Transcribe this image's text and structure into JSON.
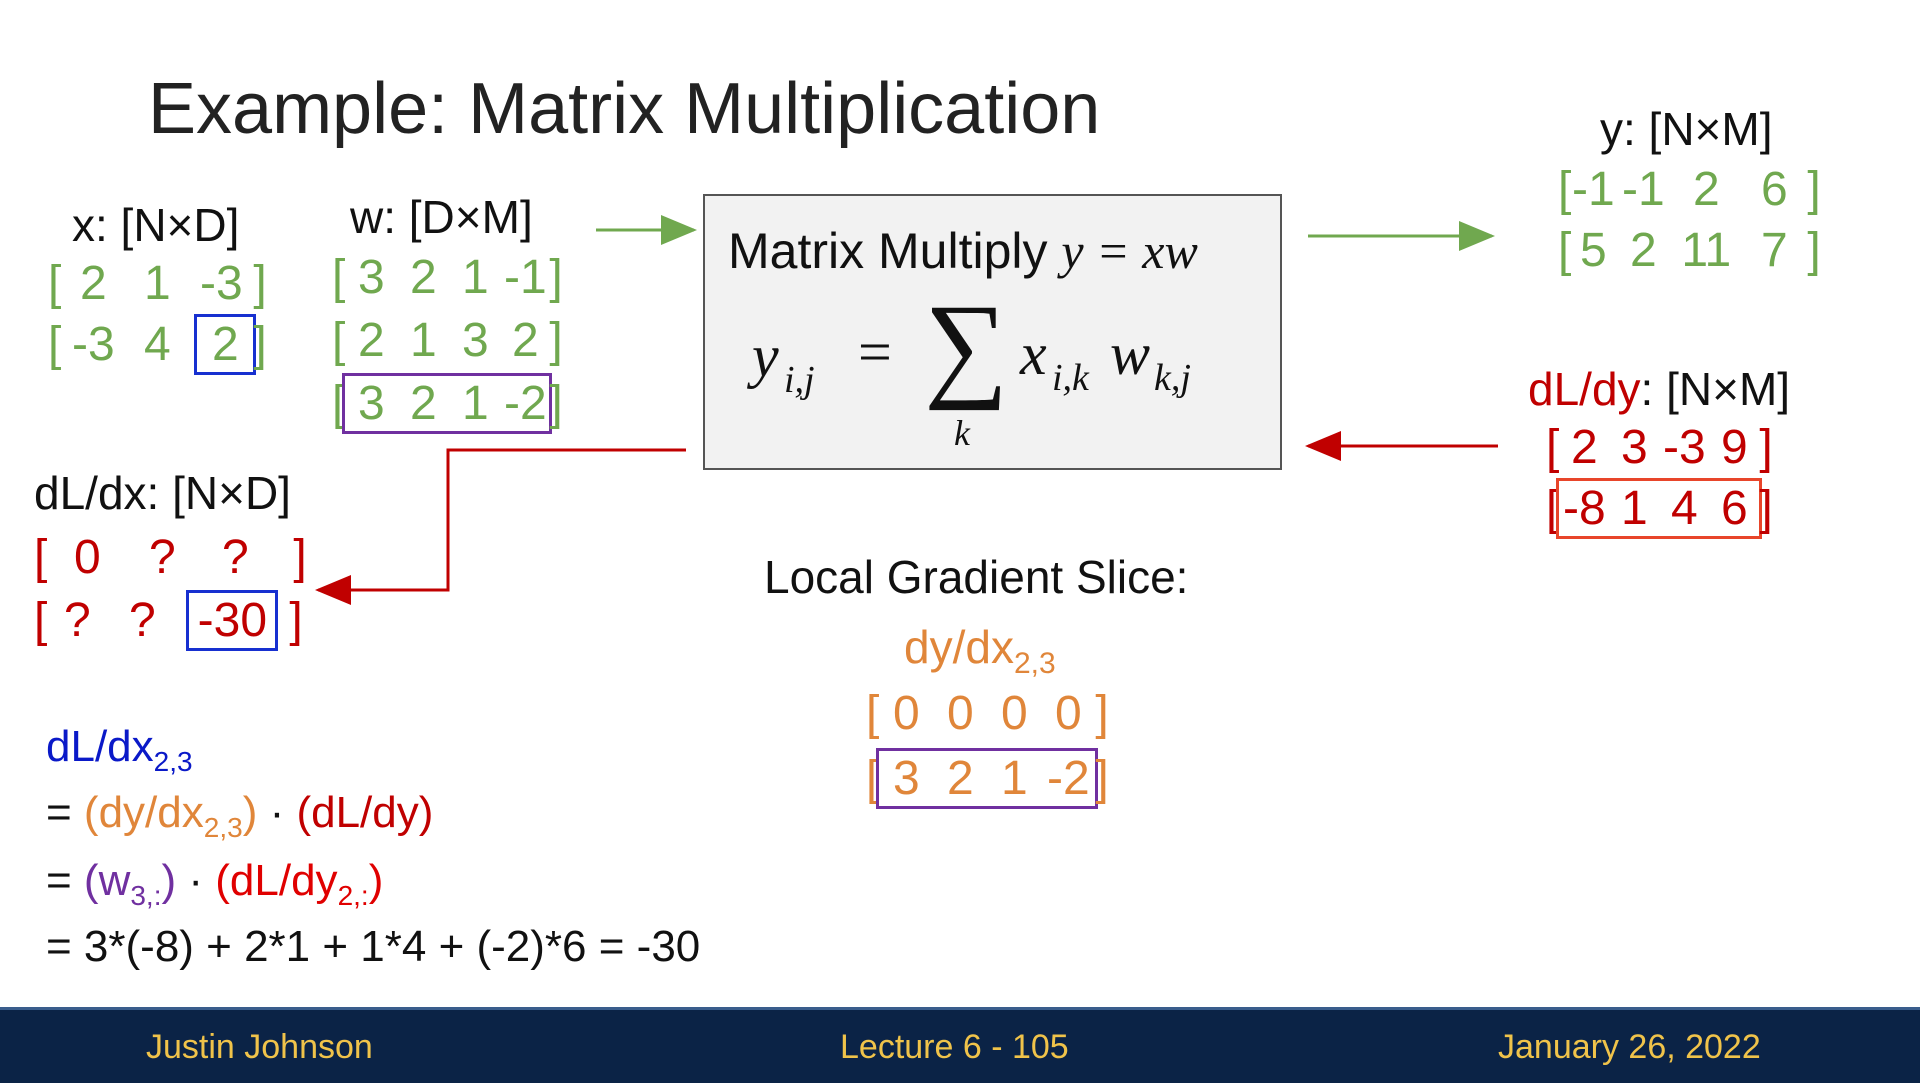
{
  "title": "Example: Matrix Multiplication",
  "x_matrix": {
    "label": "x: [N×D]",
    "rows": [
      [
        "2",
        "1",
        "-3"
      ],
      [
        "-3",
        "4",
        "2"
      ]
    ]
  },
  "w_matrix": {
    "label": "w: [D×M]",
    "rows": [
      [
        "3",
        "2",
        "1",
        "-1"
      ],
      [
        "2",
        "1",
        "3",
        "2"
      ],
      [
        "3",
        "2",
        "1",
        "-2"
      ]
    ]
  },
  "y_matrix": {
    "label": "y: [N×M]",
    "rows": [
      [
        "-1",
        "-1",
        "2",
        "6"
      ],
      [
        "5",
        "2",
        "11",
        "7"
      ]
    ]
  },
  "dLdy_matrix": {
    "label_prefix": "dL/dy",
    "label_suffix": ": [N×M]",
    "rows": [
      [
        "2",
        "3",
        "-3",
        "9"
      ],
      [
        "-8",
        "1",
        "4",
        "6"
      ]
    ]
  },
  "dLdx_matrix": {
    "label": "dL/dx: [N×D]",
    "rows": [
      [
        "0",
        "?",
        "?"
      ],
      [
        "?",
        "?",
        "-30"
      ]
    ]
  },
  "matmul_box": {
    "title": "Matrix Multiply ",
    "title_eq": "y = xw",
    "lhs": "y",
    "lhs_sub": "i,j",
    "equals": "=",
    "sigma": "∑",
    "sigma_sub": "k",
    "x": "x",
    "x_sub": "i,k",
    "w": "w",
    "w_sub": "k,j"
  },
  "local_gradient": {
    "heading": "Local Gradient Slice:",
    "label": "dy/dx",
    "label_sub": "2,3",
    "rows": [
      [
        "0",
        "0",
        "0",
        "0"
      ],
      [
        "3",
        "2",
        "1",
        "-2"
      ]
    ]
  },
  "derivation": {
    "line1": "dL/dx",
    "line1_sub": "2,3",
    "line2_eq": "= ",
    "line2_a": "(dy/dx",
    "line2_a_sub": "2,3",
    "line2_a_end": ")",
    "line2_dot": " · ",
    "line2_b": "(dL/dy)",
    "line3_eq": "= ",
    "line3_a": "(w",
    "line3_a_sub": "3,:",
    "line3_a_end": ")",
    "line3_dot": " · ",
    "line3_b": "(dL/dy",
    "line3_b_sub": "2,:",
    "line3_b_end": ")",
    "line4": "= 3*(-8) + 2*1 + 1*4 + (-2)*6 = -30"
  },
  "footer": {
    "left": "Justin Johnson",
    "center": "Lecture 6 - 105",
    "right": "January 26, 2022"
  },
  "colors": {
    "green": "#70a84f",
    "red": "#c00000",
    "orange": "#e0863a",
    "purple": "#7030a0",
    "blue": "#0a19c8",
    "footer_bg": "#0b2346",
    "footer_text": "#f0c34a"
  }
}
